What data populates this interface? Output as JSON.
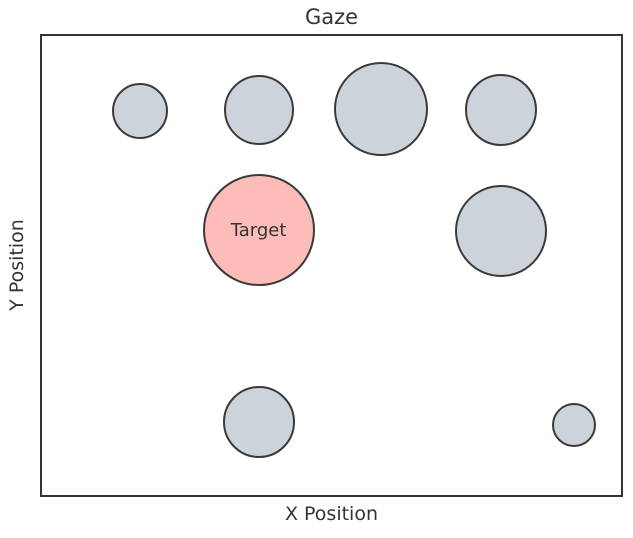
{
  "chart_data": {
    "type": "scatter",
    "title": "Gaze",
    "xlabel": "X Position",
    "ylabel": "Y Position",
    "xlim": [
      0,
      1
    ],
    "ylim": [
      0,
      1
    ],
    "grid": false,
    "ticks": "hidden",
    "legend": "none",
    "colors": {
      "gaze_fill": "#cdd3db",
      "target_fill": "#fcbdb8",
      "edge": "#3a3a3a",
      "axis": "#333333",
      "text": "#333333",
      "background": "#ffffff"
    },
    "points": [
      {
        "x": 0.17,
        "y": 0.836,
        "r": 28,
        "series": "gaze",
        "label": ""
      },
      {
        "x": 0.374,
        "y": 0.838,
        "r": 35,
        "series": "gaze",
        "label": ""
      },
      {
        "x": 0.585,
        "y": 0.84,
        "r": 47,
        "series": "gaze",
        "label": ""
      },
      {
        "x": 0.792,
        "y": 0.838,
        "r": 36,
        "series": "gaze",
        "label": ""
      },
      {
        "x": 0.374,
        "y": 0.577,
        "r": 56,
        "series": "target",
        "label": "Target"
      },
      {
        "x": 0.792,
        "y": 0.575,
        "r": 46,
        "series": "gaze",
        "label": ""
      },
      {
        "x": 0.374,
        "y": 0.16,
        "r": 36,
        "series": "gaze",
        "label": ""
      },
      {
        "x": 0.918,
        "y": 0.153,
        "r": 22,
        "series": "gaze",
        "label": ""
      }
    ]
  }
}
